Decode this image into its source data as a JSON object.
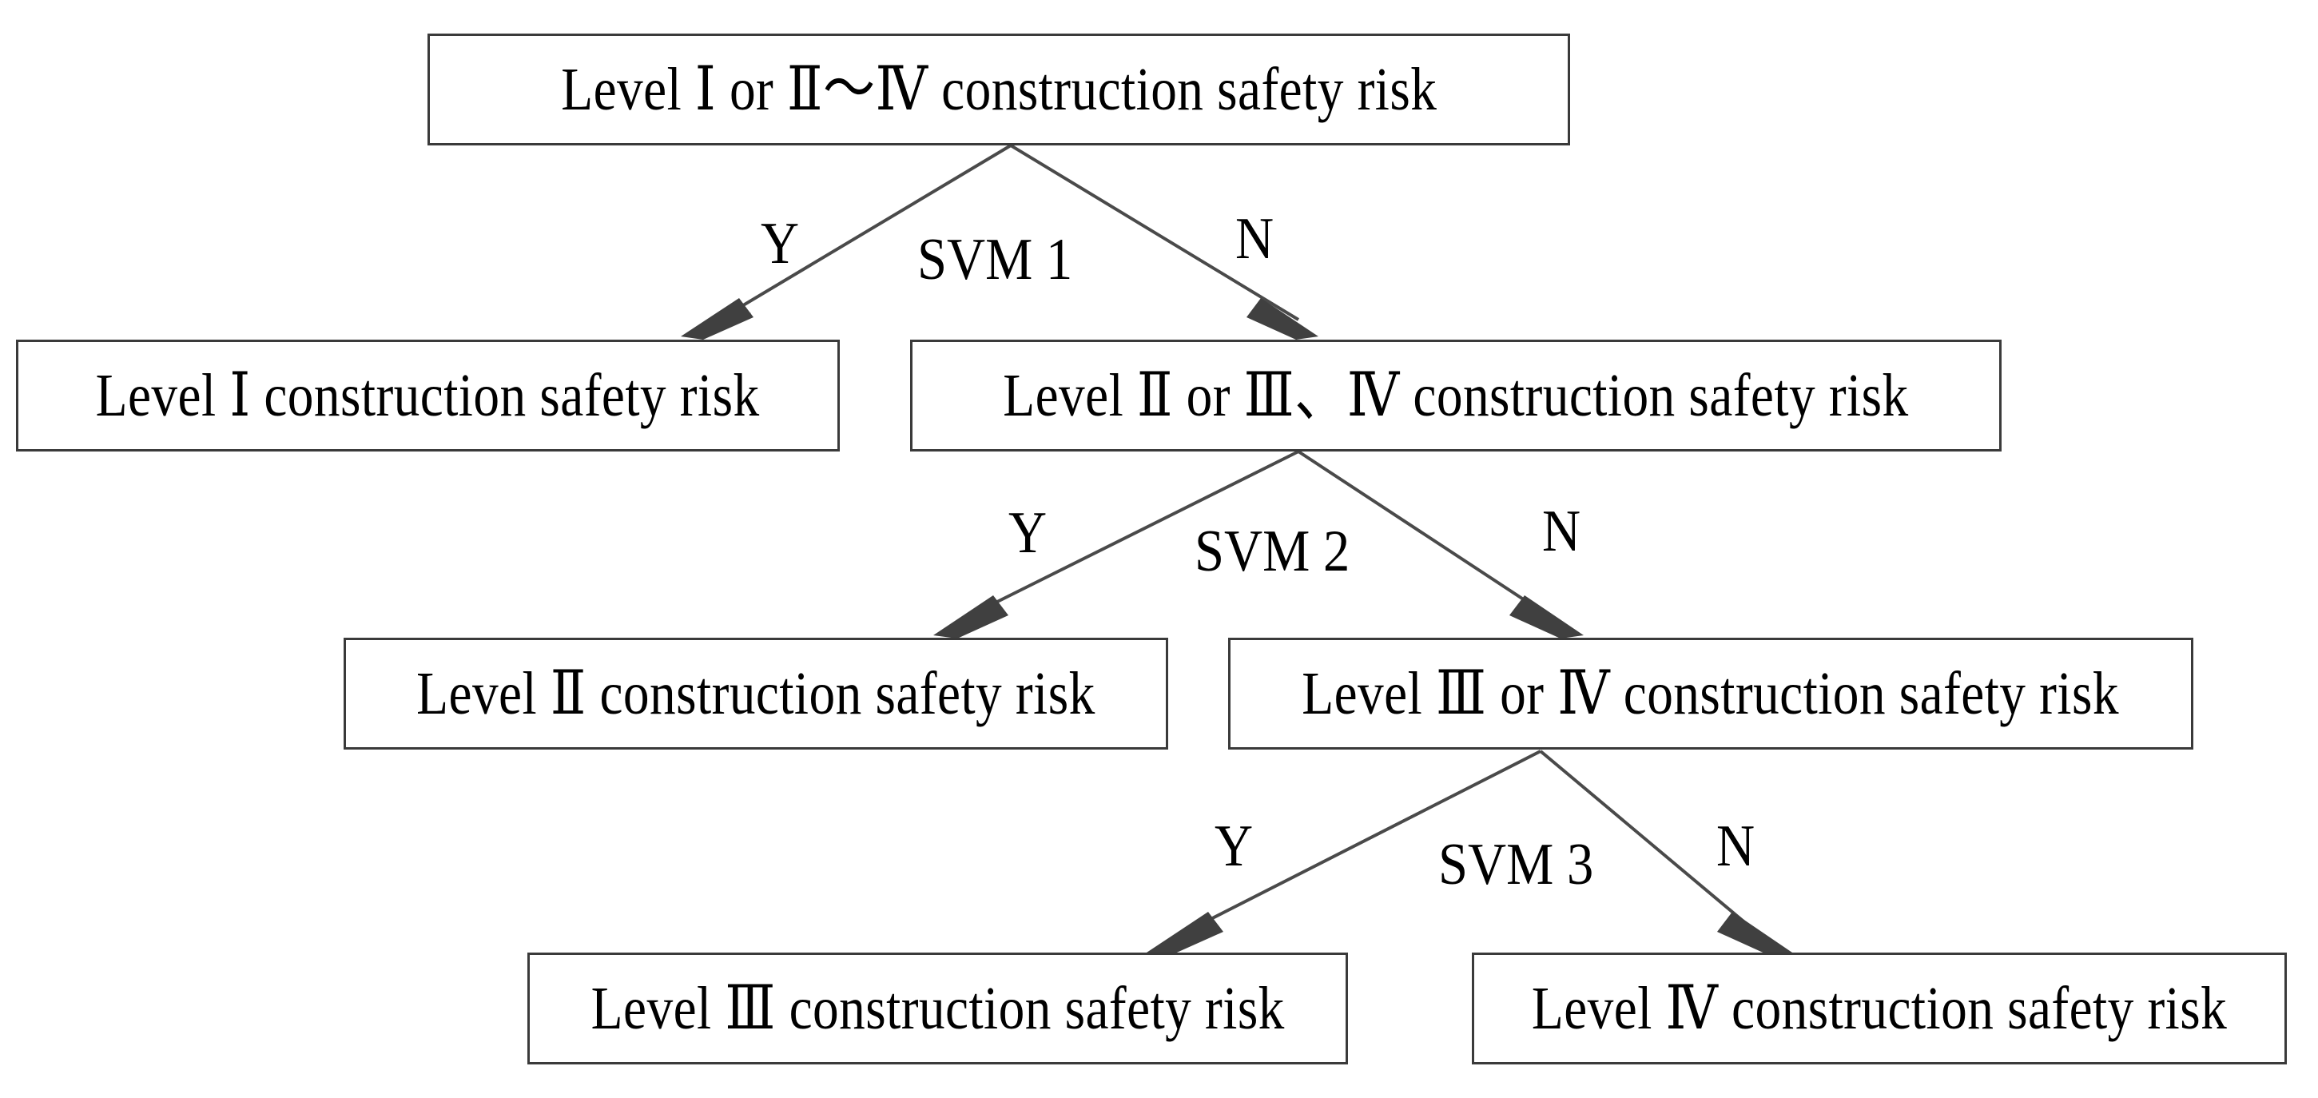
{
  "diagram": {
    "title": "SVM-based hierarchical classification of construction safety risk levels",
    "colors": {
      "box_border": "#3a3a3a",
      "edge_line": "#4a4a4a",
      "arrow_fill": "#404040",
      "background": "#ffffff",
      "text": "#000000"
    },
    "nodes": [
      {
        "id": "root",
        "label": "Level Ⅰ or Ⅱ～Ⅳ construction safety risk"
      },
      {
        "id": "level1",
        "label": "Level Ⅰ construction safety risk"
      },
      {
        "id": "level2or34",
        "label": "Level Ⅱ or Ⅲ、Ⅳ construction safety risk"
      },
      {
        "id": "level2",
        "label": "Level Ⅱ construction safety risk"
      },
      {
        "id": "level3or4",
        "label": "Level Ⅲ or Ⅳ construction safety risk"
      },
      {
        "id": "level3",
        "label": "Level Ⅲ construction safety risk"
      },
      {
        "id": "level4",
        "label": "Level Ⅳ construction safety risk"
      }
    ],
    "classifiers": [
      {
        "id": "svm1",
        "label": "SVM 1",
        "yes_label": "Y",
        "no_label": "N"
      },
      {
        "id": "svm2",
        "label": "SVM 2",
        "yes_label": "Y",
        "no_label": "N"
      },
      {
        "id": "svm3",
        "label": "SVM 3",
        "yes_label": "Y",
        "no_label": "N"
      }
    ]
  }
}
